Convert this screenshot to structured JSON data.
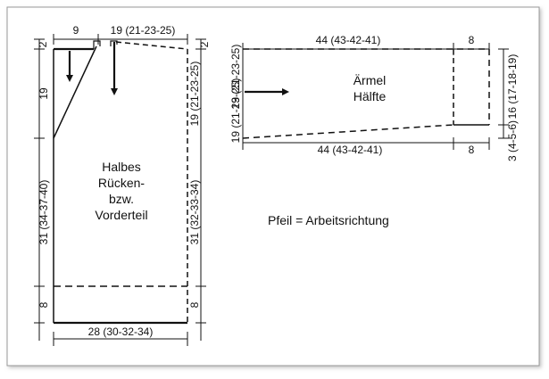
{
  "back_piece": {
    "top_left_width": "9",
    "top_right_width": "19 (21-23-25)",
    "left_top_gauge": "2",
    "right_top_gauge": "2",
    "left_upper_height": "19",
    "left_lower_height": "31 (34-37-40)",
    "left_rib_height": "8",
    "right_upper_height": "19 (21-23-25)",
    "right_lower_height": "31 (32-33-34)",
    "right_rib_height": "8",
    "bottom_width": "28 (30-32-34)",
    "label_lines": [
      "Halbes",
      "Rücken-",
      "bzw.",
      "Vorderteil"
    ]
  },
  "sleeve": {
    "top_main_width": "44 (43-42-41)",
    "top_cuff_width": "8",
    "bottom_main_width": "44 (43-42-41)",
    "bottom_cuff_width": "8",
    "left_top_height": "19 (21-23-25)",
    "left_bottom_height": "19 (21-23-25)",
    "right_height": "16 (17-18-19)",
    "right_small_height": "3 (4-5-6)",
    "label_lines": [
      "Ärmel",
      "Hälfte"
    ]
  },
  "legend": {
    "text": "Pfeil = Arbeitsrichtung"
  }
}
